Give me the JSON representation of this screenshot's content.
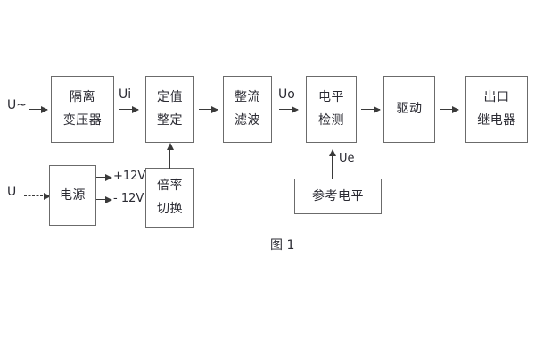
{
  "figure": {
    "caption": "图 1",
    "stroke_color": "#6b6b6b",
    "arrow_color": "#3a3a3a",
    "text_color": "#2b2b33",
    "background": "#ffffff"
  },
  "signal_chain": {
    "blocks": [
      {
        "id": "isolation-transformer",
        "line1": "隔离",
        "line2": "变压器"
      },
      {
        "id": "setting-value",
        "line1": "定值",
        "line2": "整定"
      },
      {
        "id": "rectify-filter",
        "line1": "整流",
        "line2": "滤波"
      },
      {
        "id": "level-detection",
        "line1": "电平",
        "line2": "检测"
      },
      {
        "id": "drive",
        "line1": "驱动",
        "line2": ""
      },
      {
        "id": "output-relay",
        "line1": "出口",
        "line2": "继电器"
      }
    ]
  },
  "power_chain": {
    "blocks": [
      {
        "id": "power-supply",
        "line1": "电源",
        "line2": ""
      },
      {
        "id": "multiplier-switch",
        "line1": "倍率",
        "line2": "切换"
      }
    ],
    "rails": [
      {
        "id": "rail-positive",
        "label": "+12V"
      },
      {
        "id": "rail-negative",
        "label": "- 12V"
      }
    ]
  },
  "reference": {
    "block": {
      "id": "reference-level",
      "line1": "参考电平",
      "line2": ""
    },
    "signal_label": "Ue"
  },
  "inputs": {
    "ac_input": "U~",
    "dc_input": "U"
  },
  "signal_labels": {
    "ui": "Ui",
    "uo": "Uo"
  }
}
